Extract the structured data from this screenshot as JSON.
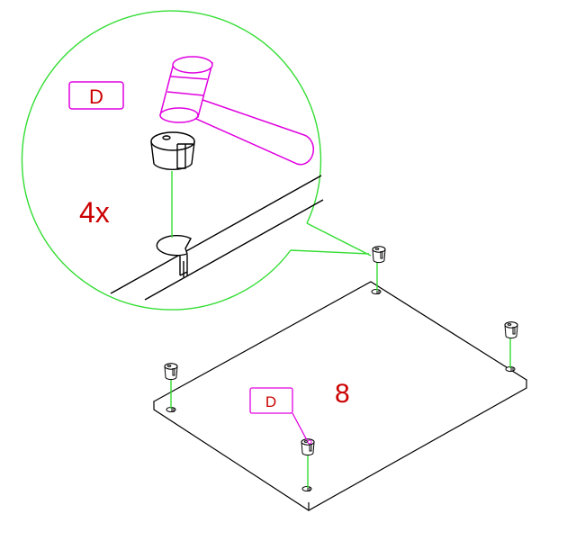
{
  "detail": {
    "part_label": "D",
    "quantity": "4x"
  },
  "main": {
    "part_label": "D",
    "step_number": "8"
  },
  "colors": {
    "outline": "#000000",
    "leader": "#33dd33",
    "part_callout": "#e000e0",
    "text_red": "#cc0000"
  },
  "icons": {
    "hammer": "hammer-icon",
    "cam_fitting": "cam-fitting-icon"
  }
}
